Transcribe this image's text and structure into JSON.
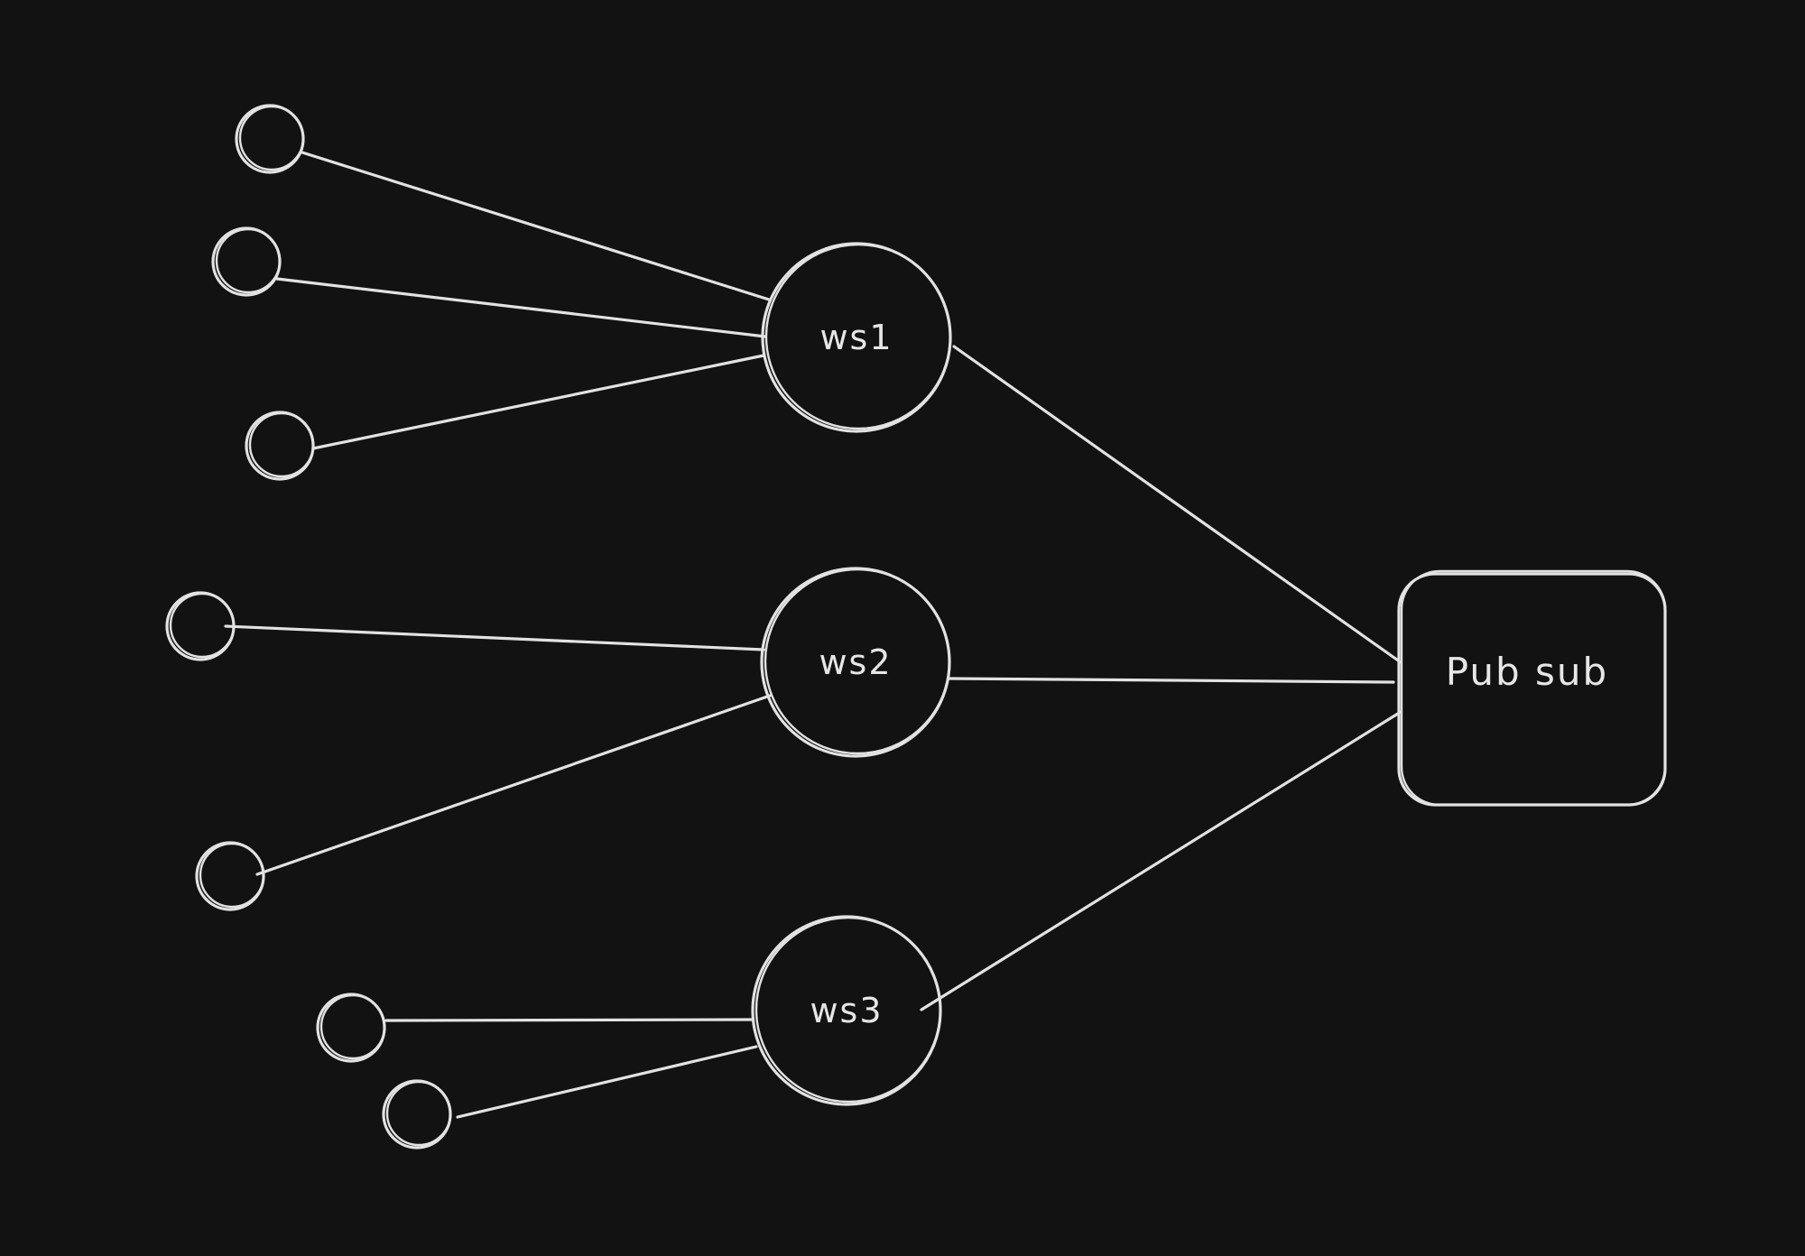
{
  "diagram": {
    "servers": [
      {
        "id": "ws1",
        "label": "ws1"
      },
      {
        "id": "ws2",
        "label": "ws2"
      },
      {
        "id": "ws3",
        "label": "ws3"
      }
    ],
    "hub": {
      "label": "Pub sub"
    },
    "clients_per_server": {
      "ws1": 3,
      "ws2": 2,
      "ws3": 2
    },
    "stroke_color": "#e2e2e2",
    "background_color": "#121212"
  }
}
